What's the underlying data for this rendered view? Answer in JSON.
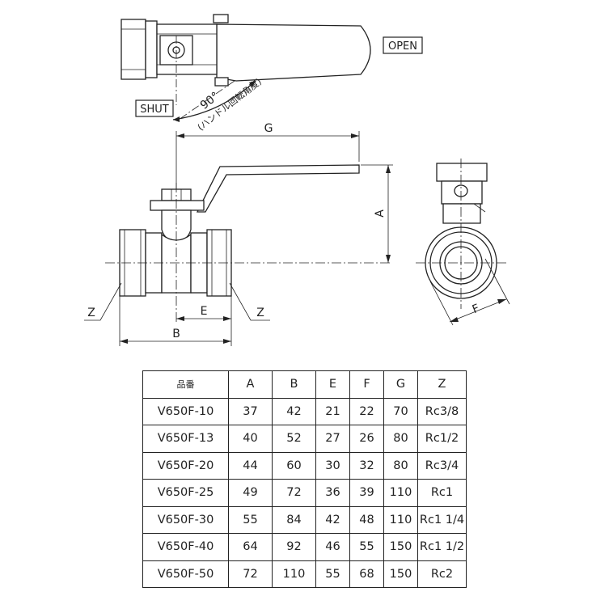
{
  "diagram": {
    "top_view": {
      "open_label": "OPEN",
      "shut_label": "SHUT",
      "angle_label": "90°",
      "angle_caption": "(ハンドル回転角度)"
    },
    "front_view": {
      "dim_g": "G",
      "dim_a": "A",
      "dim_e": "E",
      "dim_b": "B",
      "dim_z_left": "Z",
      "dim_z_right": "Z"
    },
    "side_view": {
      "dim_f": "F"
    }
  },
  "table": {
    "headers": [
      "品番",
      "A",
      "B",
      "E",
      "F",
      "G",
      "Z"
    ],
    "rows": [
      [
        "V650F-10",
        "37",
        "42",
        "21",
        "22",
        "70",
        "Rc3/8"
      ],
      [
        "V650F-13",
        "40",
        "52",
        "27",
        "26",
        "80",
        "Rc1/2"
      ],
      [
        "V650F-20",
        "44",
        "60",
        "30",
        "32",
        "80",
        "Rc3/4"
      ],
      [
        "V650F-25",
        "49",
        "72",
        "36",
        "39",
        "110",
        "Rc1"
      ],
      [
        "V650F-30",
        "55",
        "84",
        "42",
        "48",
        "110",
        "Rc1 1/4"
      ],
      [
        "V650F-40",
        "64",
        "92",
        "46",
        "55",
        "150",
        "Rc1 1/2"
      ],
      [
        "V650F-50",
        "72",
        "110",
        "55",
        "68",
        "150",
        "Rc2"
      ]
    ]
  }
}
